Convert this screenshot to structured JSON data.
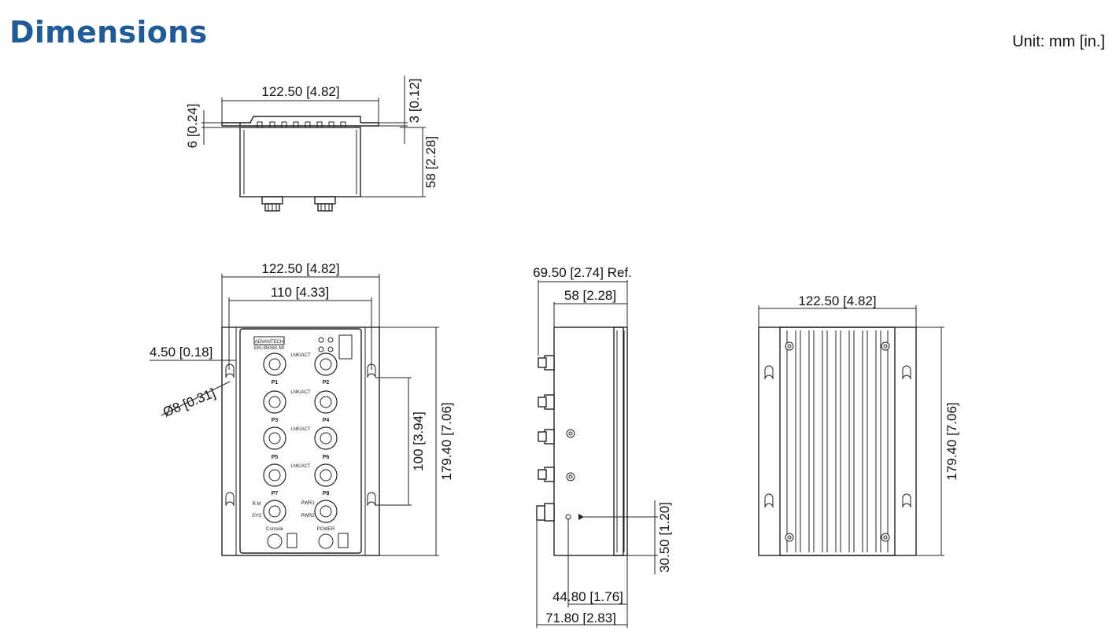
{
  "header": {
    "title": "Dimensions",
    "unit_note": "Unit: mm [in.]"
  },
  "top_view": {
    "width": "122.50 [4.82]",
    "flange_thickness": "3 [0.12]",
    "flange_offset": "6 [0.24]",
    "depth": "58 [2.28]"
  },
  "front_view": {
    "width": "122.50 [4.82]",
    "hole_spacing_width": "110 [4.33]",
    "slot_offset": "4.50 [0.18]",
    "hole_diameter": "Ø8 [0.31]",
    "hole_spacing_height": "100 [3.94]",
    "height": "179.40 [7.06]",
    "port_labels": [
      "P1",
      "P2",
      "P3",
      "P4",
      "P5",
      "P6",
      "P7",
      "P8"
    ],
    "led_label": "LNK/ACT",
    "console_label": "Console",
    "power_label": "POWER",
    "brand_label": "ADVANTECH",
    "model_label": "EKI-9508G-MI",
    "led_r_m": "R.M",
    "led_sys": "SYS",
    "led_pwr1": "PWR1",
    "led_pwr2": "PWR2"
  },
  "side_view": {
    "total_depth_ref": "69.50 [2.74] Ref.",
    "body_depth": "58 [2.28]",
    "ground_height": "30.50 [1.20]",
    "ground_depth": "44.80 [1.76]",
    "overall_depth": "71.80 [2.83]"
  },
  "rear_view": {
    "width": "122.50 [4.82]",
    "height": "179.40 [7.06]"
  }
}
